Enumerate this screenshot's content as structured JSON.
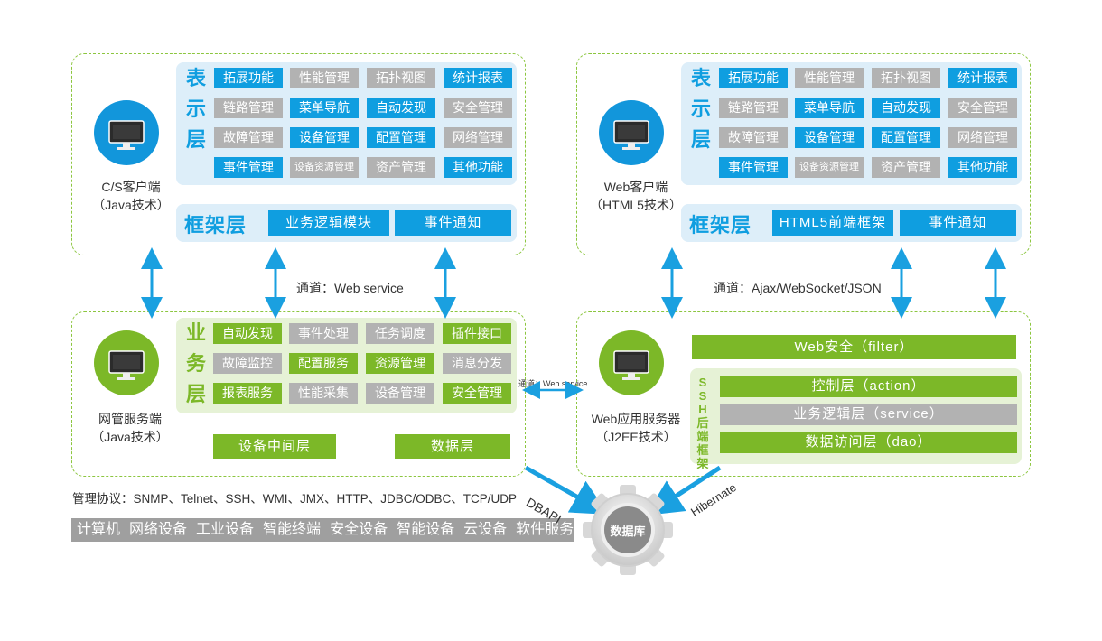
{
  "colors": {
    "blue": "#0f9ee0",
    "green": "#7cb828",
    "gray": "#b2b2b2",
    "dashed_border": "#8cc63f",
    "arrow": "#1aa0e0"
  },
  "cs_client": {
    "caption": "C/S客户端\n（Java技术）",
    "icon": "monitor-icon",
    "presentation_label": [
      "表",
      "示",
      "层"
    ],
    "grid": [
      [
        {
          "t": "拓展功能",
          "c": "blue"
        },
        {
          "t": "性能管理",
          "c": "gray"
        },
        {
          "t": "拓扑视图",
          "c": "gray"
        },
        {
          "t": "统计报表",
          "c": "blue"
        }
      ],
      [
        {
          "t": "链路管理",
          "c": "gray"
        },
        {
          "t": "菜单导航",
          "c": "blue"
        },
        {
          "t": "自动发现",
          "c": "blue"
        },
        {
          "t": "安全管理",
          "c": "gray"
        }
      ],
      [
        {
          "t": "故障管理",
          "c": "gray"
        },
        {
          "t": "设备管理",
          "c": "blue"
        },
        {
          "t": "配置管理",
          "c": "blue"
        },
        {
          "t": "网络管理",
          "c": "gray"
        }
      ],
      [
        {
          "t": "事件管理",
          "c": "blue"
        },
        {
          "t": "设备资源管理",
          "c": "gray"
        },
        {
          "t": "资产管理",
          "c": "gray"
        },
        {
          "t": "其他功能",
          "c": "blue"
        }
      ]
    ],
    "framework_label": "框架层",
    "framework_items": [
      "业务逻辑模块",
      "事件通知"
    ]
  },
  "web_client": {
    "caption": "Web客户端\n（HTML5技术）",
    "icon": "monitor-icon",
    "presentation_label": [
      "表",
      "示",
      "层"
    ],
    "grid": [
      [
        {
          "t": "拓展功能",
          "c": "blue"
        },
        {
          "t": "性能管理",
          "c": "gray"
        },
        {
          "t": "拓扑视图",
          "c": "gray"
        },
        {
          "t": "统计报表",
          "c": "blue"
        }
      ],
      [
        {
          "t": "链路管理",
          "c": "gray"
        },
        {
          "t": "菜单导航",
          "c": "blue"
        },
        {
          "t": "自动发现",
          "c": "blue"
        },
        {
          "t": "安全管理",
          "c": "gray"
        }
      ],
      [
        {
          "t": "故障管理",
          "c": "gray"
        },
        {
          "t": "设备管理",
          "c": "blue"
        },
        {
          "t": "配置管理",
          "c": "blue"
        },
        {
          "t": "网络管理",
          "c": "gray"
        }
      ],
      [
        {
          "t": "事件管理",
          "c": "blue"
        },
        {
          "t": "设备资源管理",
          "c": "gray"
        },
        {
          "t": "资产管理",
          "c": "gray"
        },
        {
          "t": "其他功能",
          "c": "blue"
        }
      ]
    ],
    "framework_label": "框架层",
    "framework_items": [
      "HTML5前端框架",
      "事件通知"
    ]
  },
  "channels": {
    "left": "通道：Web service",
    "right": "通道：Ajax/WebSocket/JSON",
    "middle": "通道：Web service"
  },
  "nms_server": {
    "caption": "网管服务端\n（Java技术）",
    "icon": "monitor-icon",
    "business_label": [
      "业",
      "务",
      "层"
    ],
    "grid": [
      [
        {
          "t": "自动发现",
          "c": "green"
        },
        {
          "t": "事件处理",
          "c": "gray"
        },
        {
          "t": "任务调度",
          "c": "gray"
        },
        {
          "t": "插件接口",
          "c": "green"
        }
      ],
      [
        {
          "t": "故障监控",
          "c": "gray"
        },
        {
          "t": "配置服务",
          "c": "green"
        },
        {
          "t": "资源管理",
          "c": "green"
        },
        {
          "t": "消息分发",
          "c": "gray"
        }
      ],
      [
        {
          "t": "报表服务",
          "c": "green"
        },
        {
          "t": "性能采集",
          "c": "gray"
        },
        {
          "t": "设备管理",
          "c": "gray"
        },
        {
          "t": "安全管理",
          "c": "green"
        }
      ]
    ],
    "bottom_items": [
      "设备中间层",
      "数据层"
    ]
  },
  "web_server": {
    "caption": "Web应用服务器\n（J2EE技术）",
    "icon": "monitor-icon",
    "security_bar": "Web安全（filter）",
    "ssh_label": "SSH后端框架",
    "layers": [
      {
        "t": "控制层（action）",
        "c": "green"
      },
      {
        "t": "业务逻辑层（service）",
        "c": "gray"
      },
      {
        "t": "数据访问层（dao）",
        "c": "green"
      }
    ]
  },
  "protocols": "管理协议：SNMP、Telnet、SSH、WMI、JMX、HTTP、JDBC/ODBC、TCP/UDP",
  "devices": [
    "计算机",
    "网络设备",
    "工业设备",
    "智能终端",
    "安全设备",
    "智能设备",
    "云设备",
    "软件服务"
  ],
  "database": {
    "label": "数据库",
    "icon": "gear-icon",
    "left_link": "DBAPI",
    "right_link": "Hibernate"
  }
}
